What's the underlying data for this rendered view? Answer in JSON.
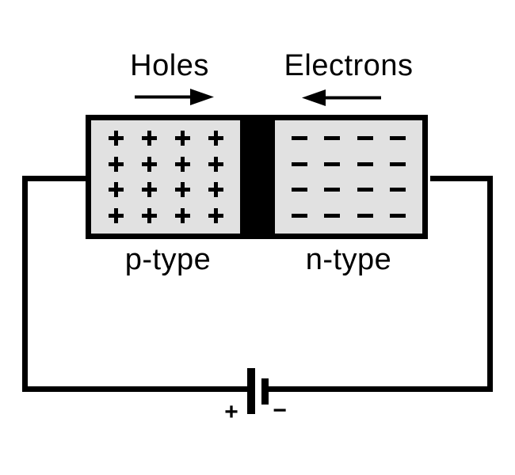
{
  "diagram": {
    "carrier_labels": {
      "left": "Holes",
      "right": "Electrons"
    },
    "regions": {
      "p": {
        "label": "p-type",
        "symbol": "plus",
        "rows": 4,
        "cols": 4
      },
      "n": {
        "label": "n-type",
        "symbol": "minus",
        "rows": 4,
        "cols": 4
      }
    },
    "battery": {
      "positive_label": "+",
      "negative_label": "−"
    },
    "colors": {
      "line": "#000000",
      "region_fill": "#e1e1e1",
      "background": "#ffffff"
    }
  }
}
